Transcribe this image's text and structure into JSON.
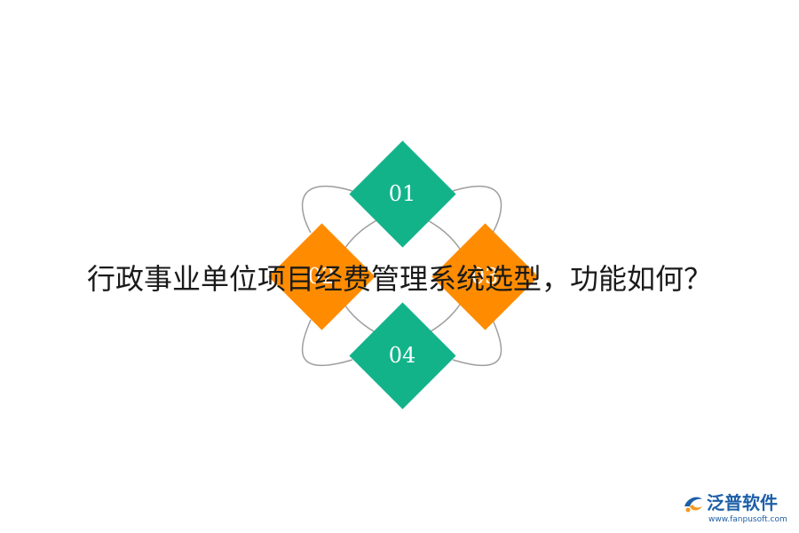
{
  "diagram": {
    "title": "行政事业单位项目经费管理系统选型，功能如何？",
    "items": [
      {
        "label": "01",
        "color": "#13b38a"
      },
      {
        "label": "02",
        "color": "#ff8c00"
      },
      {
        "label": "03",
        "color": "#ff8c00"
      },
      {
        "label": "04",
        "color": "#13b38a"
      }
    ]
  },
  "colors": {
    "green": "#13b38a",
    "orange": "#ff8c00",
    "connector": "#9e9e9e",
    "brand_blue": "#1d5fa8"
  },
  "logo": {
    "name": "泛普软件",
    "url": "www.fanpusoft.com",
    "icon": "fanpu-logo-icon"
  }
}
